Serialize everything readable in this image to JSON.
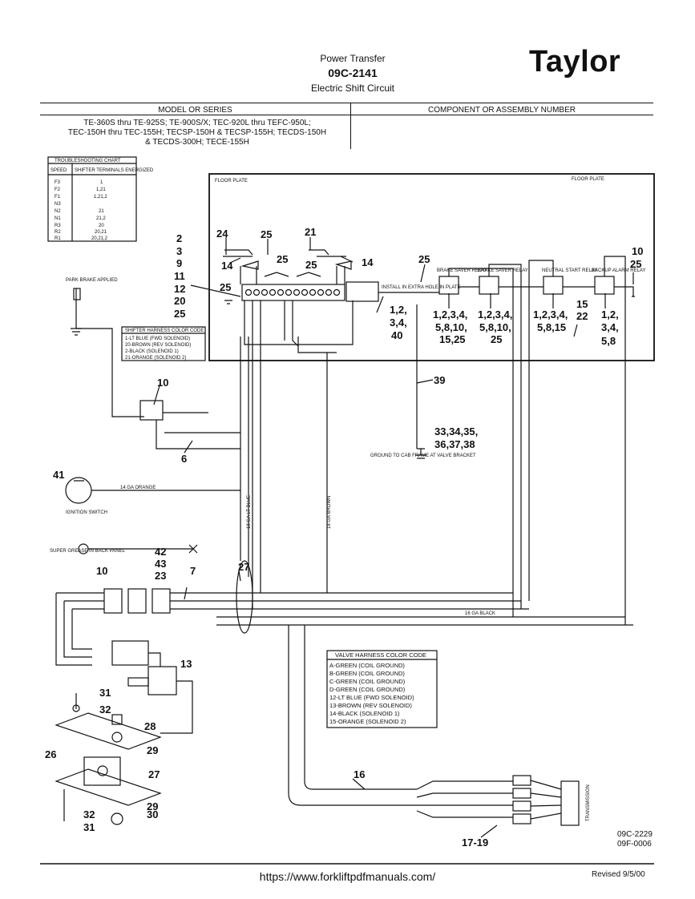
{
  "header": {
    "title": "Power Transfer",
    "number": "09C-2141",
    "subtitle": "Electric Shift Circuit",
    "brand": "Taylor"
  },
  "model_table": {
    "col1_header": "MODEL OR SERIES",
    "col2_header": "COMPONENT OR ASSEMBLY NUMBER",
    "models": [
      "TE-360S thru TE-925S; TE-900S/X; TEC-920L thru TEFC-950L;",
      "TEC-150H thru TEC-155H; TECSP-150H & TECSP-155H; TECDS-150H",
      "& TECDS-300H; TECE-155H"
    ]
  },
  "troubleshooting_chart": {
    "title": "TROUBLESHOOTING CHART",
    "col1": "SPEED",
    "col2": "SHIFTER TERMINALS ENERGIZED",
    "rows": [
      [
        "F3",
        "1"
      ],
      [
        "F2",
        "1,21"
      ],
      [
        "F1",
        "1,21,2"
      ],
      [
        "N3",
        ""
      ],
      [
        "N2",
        "21"
      ],
      [
        "N1",
        "21,2"
      ],
      [
        "R3",
        "20"
      ],
      [
        "R2",
        "20,21"
      ],
      [
        "R1",
        "20,21,2"
      ]
    ]
  },
  "shifter_harness": {
    "title": "SHIFTER HARNESS COLOR CODE",
    "lines": [
      "1-LT BLUE (FWD SOLENOID)",
      "20-BROWN (REV SOLENOID)",
      "2-BLACK (SOLENOID 1)",
      "21-ORANGE (SOLENOID 2)"
    ]
  },
  "valve_harness": {
    "title": "VALVE HARNESS COLOR CODE",
    "lines": [
      "A-GREEN (COIL GROUND)",
      "B-GREEN (COIL GROUND)",
      "C-GREEN (COIL GROUND)",
      "D-GREEN (COIL GROUND)",
      "12-LT BLUE (FWD SOLENOID)",
      "13-BROWN (REV SOLENOID)",
      "14-BLACK (SOLENOID 1)",
      "15-ORANGE (SOLENOID 2)"
    ]
  },
  "diagram_labels": {
    "floor_plate_left": "FLOOR PLATE",
    "floor_plate_right": "FLOOR PLATE",
    "park_brake": "PARK BRAKE APPLIED",
    "brake_saver_1": "BRAKE SAVER RELAY",
    "brake_saver_2": "BRAKE SAVER RELAY",
    "neutral_start": "NEUTRAL START RELAY",
    "backup_alarm": "BACKUP ALARM RELAY",
    "install_note": "INSTALL IN EXTRA HOLE IN PLATE",
    "ground_note": "GROUND TO CAB FRAME AT VALVE BRACKET",
    "ignition_switch": "IGNITION SWITCH",
    "super_grease": "SUPER GREASE IN BACK PANEL",
    "transmission": "TRANSMISSION",
    "wire_14_orange": "14 GA ORANGE",
    "wire_18_lt_blue": "18 GA LT BLUE",
    "wire_18_brown": "18 GA BROWN",
    "wire_16_black": "16 GA BLACK"
  },
  "callouts": {
    "c_left_stack": [
      "2",
      "3",
      "9",
      "11",
      "12",
      "20",
      "25"
    ],
    "c24": "24",
    "c25a": "25",
    "c21": "21",
    "c14a": "14",
    "c25b": "25",
    "c25c": "25",
    "c14b": "14",
    "c25d": "25",
    "c25e": "25",
    "c10a": "10",
    "c25f": "25",
    "c_relay_a": [
      "1,2,",
      "3,4,",
      "40"
    ],
    "c_relay_b": [
      "1,2,3,4,",
      "5,8,10,",
      "15,25"
    ],
    "c_relay_c": [
      "1,2,3,4,",
      "5,8,10,",
      "25"
    ],
    "c_relay_d": [
      "1,2,3,4,",
      "5,8,15"
    ],
    "c15": "15",
    "c22": "22",
    "c_relay_e": [
      "1,2,",
      "3,4,",
      "5,8"
    ],
    "c39": "39",
    "c_ground": [
      "33,34,35,",
      "36,37,38"
    ],
    "c10b": "10",
    "c6": "6",
    "c41": "41",
    "c42": "42",
    "c43": "43",
    "c23": "23",
    "c10c": "10",
    "c7": "7",
    "c27a": "27",
    "c13": "13",
    "c31a": "31",
    "c32a": "32",
    "c28": "28",
    "c29a": "29",
    "c26": "26",
    "c27b": "27",
    "c29b": "29",
    "c30": "30",
    "c32b": "32",
    "c31b": "31",
    "c16": "16",
    "c17_19": "17-19"
  },
  "footer": {
    "ref1": "09C-2229",
    "ref2": "09F-0006",
    "url": "https://www.forkliftpdfmanuals.com/",
    "revised": "Revised  9/5/00"
  }
}
